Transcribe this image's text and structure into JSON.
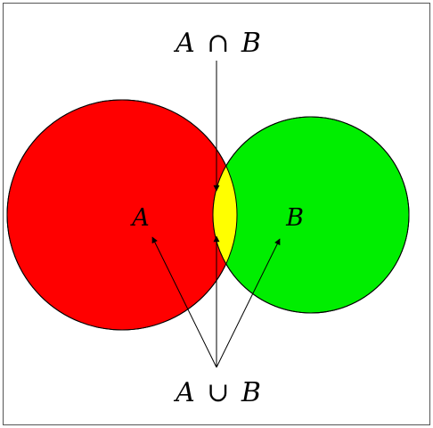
{
  "diagram": {
    "sets": [
      {
        "label": "A",
        "color": "#ff0000"
      },
      {
        "label": "B",
        "color": "#00ee00"
      }
    ],
    "intersection": {
      "color": "#ffff00",
      "label_left": "A",
      "operator": "∩",
      "label_right": "B"
    },
    "union": {
      "label_left": "A",
      "operator": "∪",
      "label_right": "B"
    },
    "outline_color": "#000000",
    "frame_color": "#555555"
  }
}
